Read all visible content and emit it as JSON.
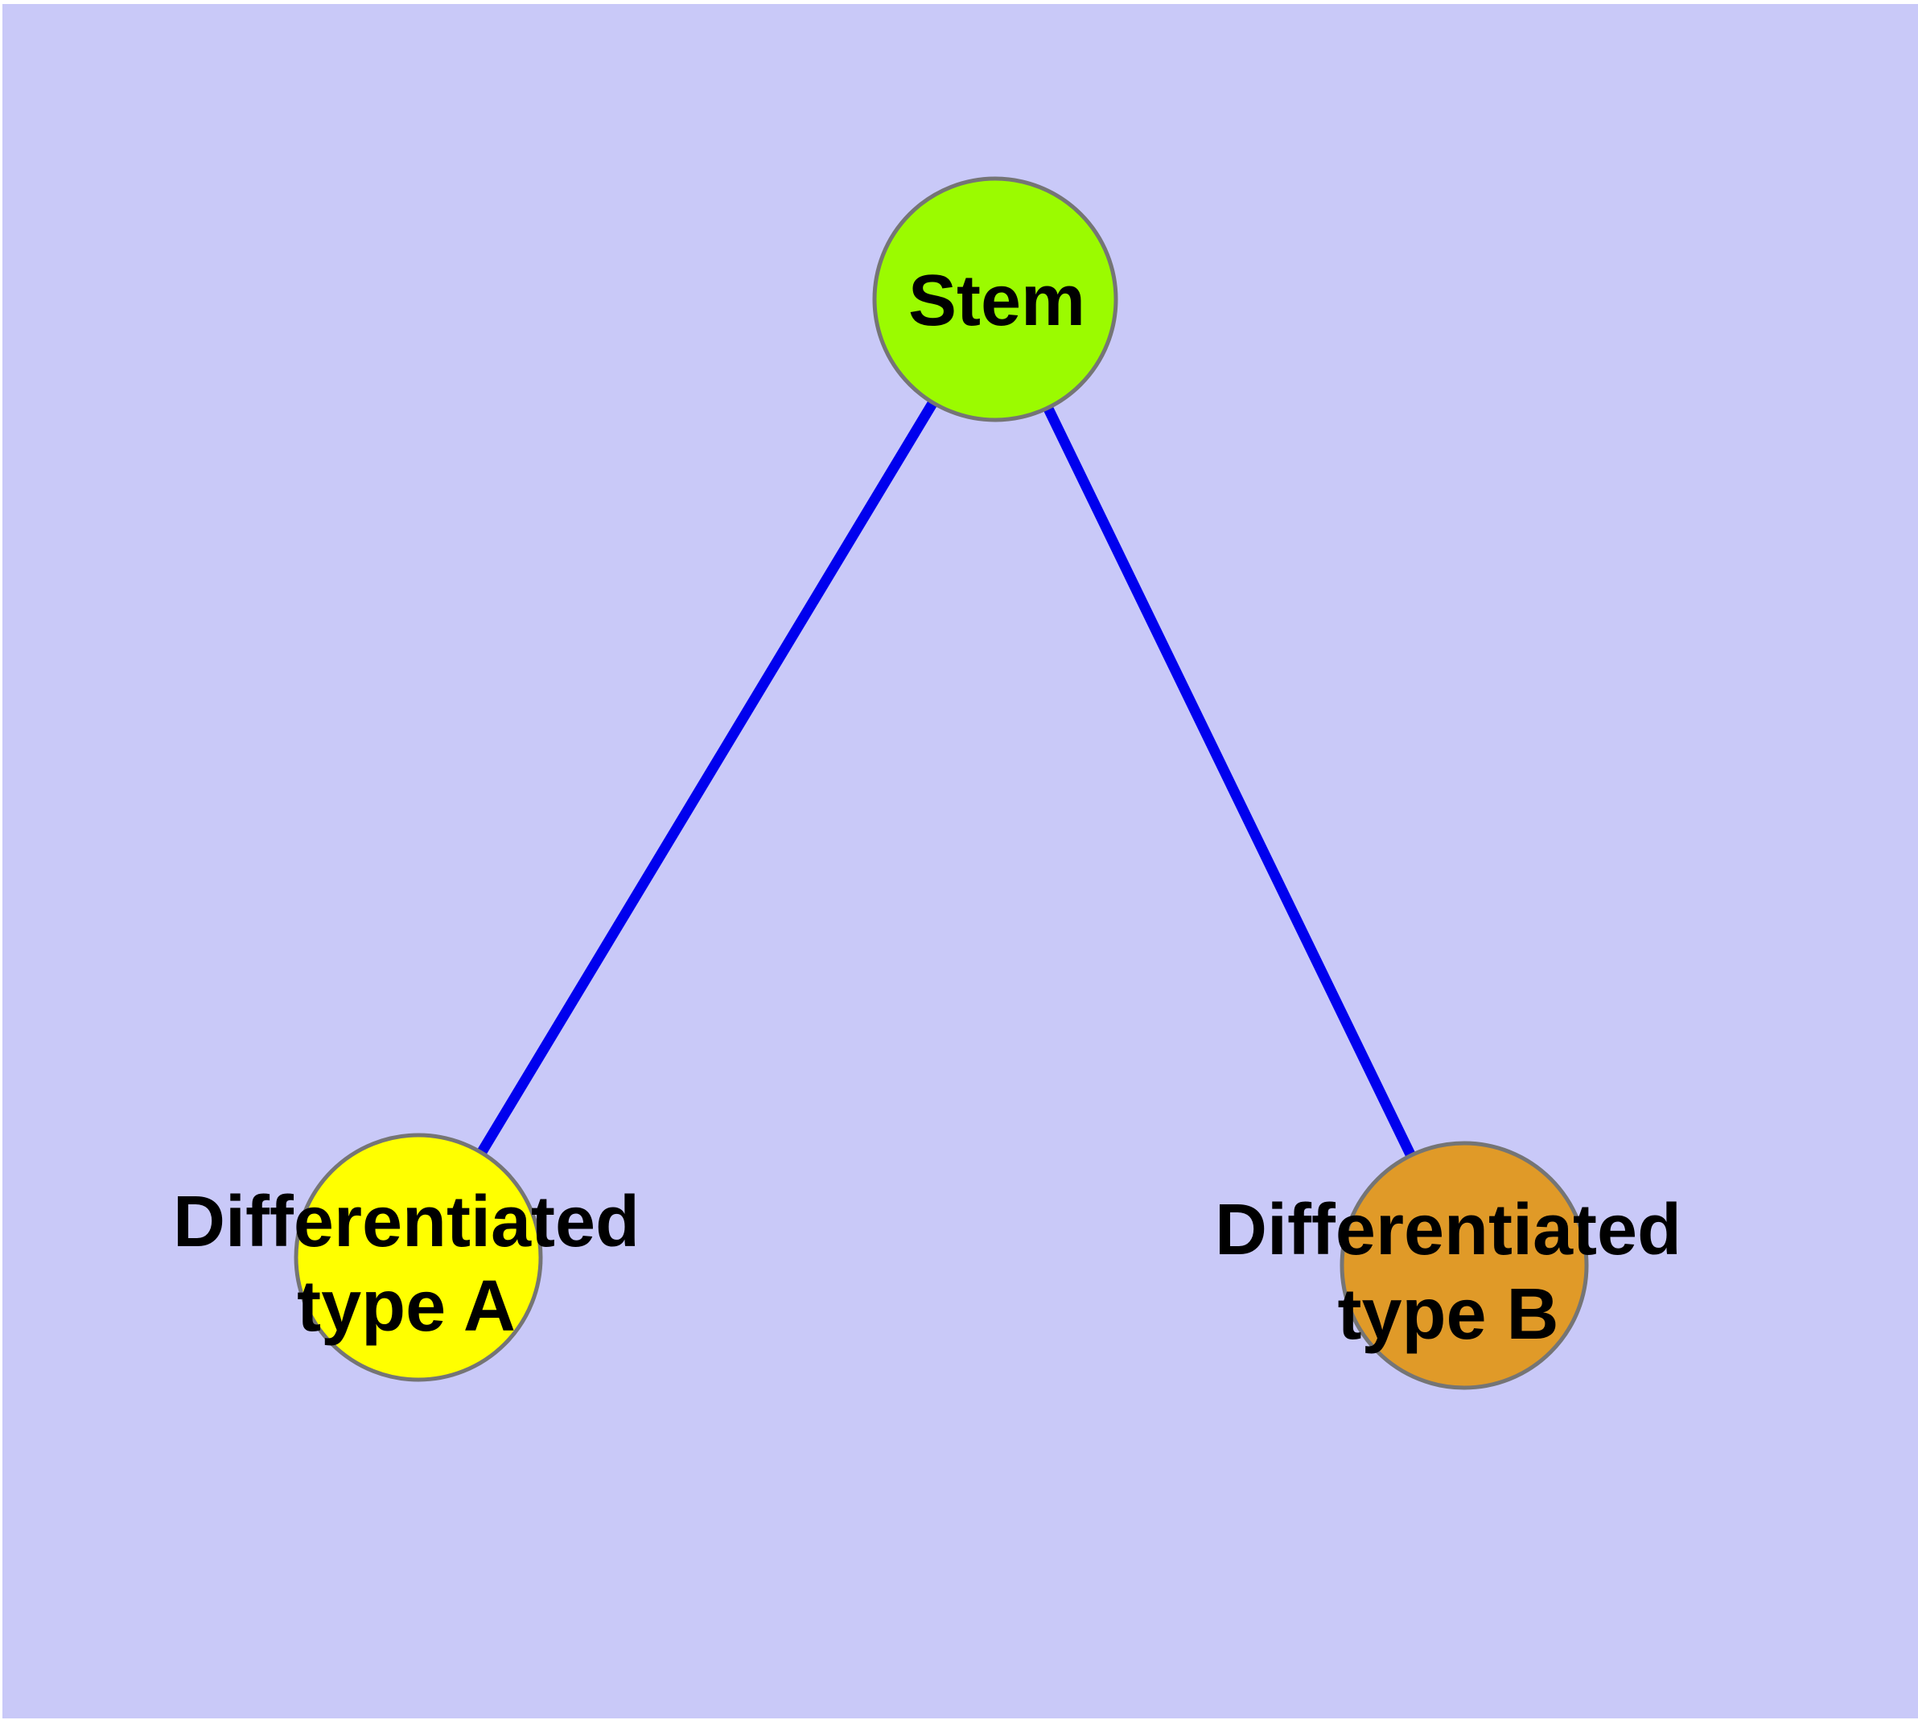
{
  "diagram": {
    "type": "graph",
    "description": "Stem cell differentiation diagram with one stem node and two differentiated cell type nodes",
    "background_color": "#c9c9f8",
    "page_margin_color": "#ffffff",
    "label_color": "#000000",
    "nodes": [
      {
        "id": "stem",
        "label": "Stem",
        "fill": "#9bfb00",
        "border_color": "#757575"
      },
      {
        "id": "differentiated-type-a",
        "label_line1": "Differentiated",
        "label_line2": "type A",
        "fill": "#ffff00",
        "border_color": "#757575"
      },
      {
        "id": "differentiated-type-b",
        "label_line1": "Differentiated",
        "label_line2": "type B",
        "fill": "#e09a28",
        "border_color": "#757575"
      }
    ],
    "edges": [
      {
        "from": "stem",
        "to": "differentiated-type-a",
        "color": "#0000ee"
      },
      {
        "from": "stem",
        "to": "differentiated-type-b",
        "color": "#0000ee"
      }
    ]
  }
}
